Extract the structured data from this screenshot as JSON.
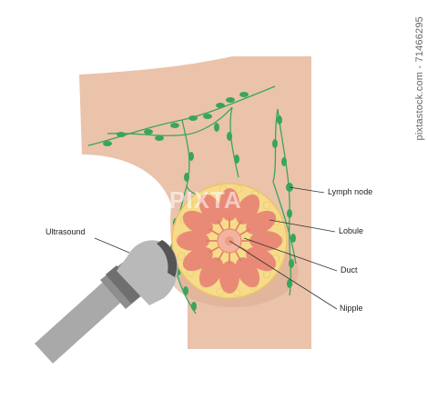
{
  "labels": {
    "lymph_node": "Lymph node",
    "lobule": "Lobule",
    "duct": "Duct",
    "nipple": "Nipple",
    "ultrasound": "Ultrasound"
  },
  "watermark": {
    "side_text": "pixtastock.com - 71466295",
    "center_text": "PIXTA"
  },
  "colors": {
    "skin": "#eac3aa",
    "skin_shadow": "#dcae93",
    "fat": "#f6dc8a",
    "lobule": "#e98a77",
    "lobule_inner": "#f3b49f",
    "lymph": "#3aa55a",
    "probe": "#b9b9b9",
    "probe_dark": "#8e8e8e"
  }
}
